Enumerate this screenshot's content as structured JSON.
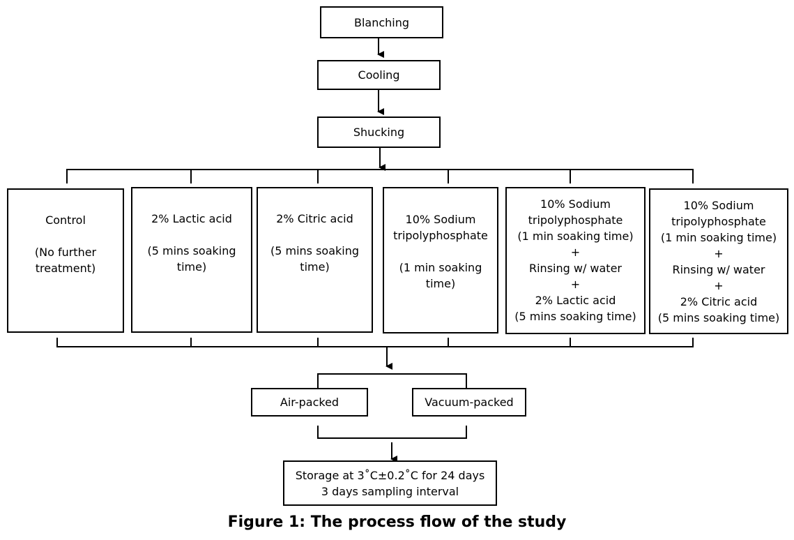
{
  "steps": {
    "blanching": "Blanching",
    "cooling": "Cooling",
    "shucking": "Shucking"
  },
  "treatments": [
    {
      "text": "Control\n\n(No further\ntreatment)"
    },
    {
      "text": "2% Lactic acid\n\n(5 mins soaking\ntime)"
    },
    {
      "text": "2% Citric acid\n\n(5 mins soaking\ntime)"
    },
    {
      "text": "10% Sodium\ntripolyphosphate\n\n(1 min soaking\ntime)"
    },
    {
      "text": "10% Sodium\ntripolyphosphate\n(1 min soaking time)\n+\nRinsing w/ water\n+\n2% Lactic acid\n(5 mins soaking time)"
    },
    {
      "text": "10% Sodium\ntripolyphosphate\n(1 min soaking time)\n+\nRinsing w/ water\n+\n2% Citric acid\n(5 mins soaking time)"
    }
  ],
  "packaging": {
    "air": "Air-packed",
    "vacuum": "Vacuum-packed"
  },
  "storage": "Storage at 3˚C±0.2˚C for 24 days\n3 days sampling interval",
  "caption": "Figure 1: The process flow of the study"
}
